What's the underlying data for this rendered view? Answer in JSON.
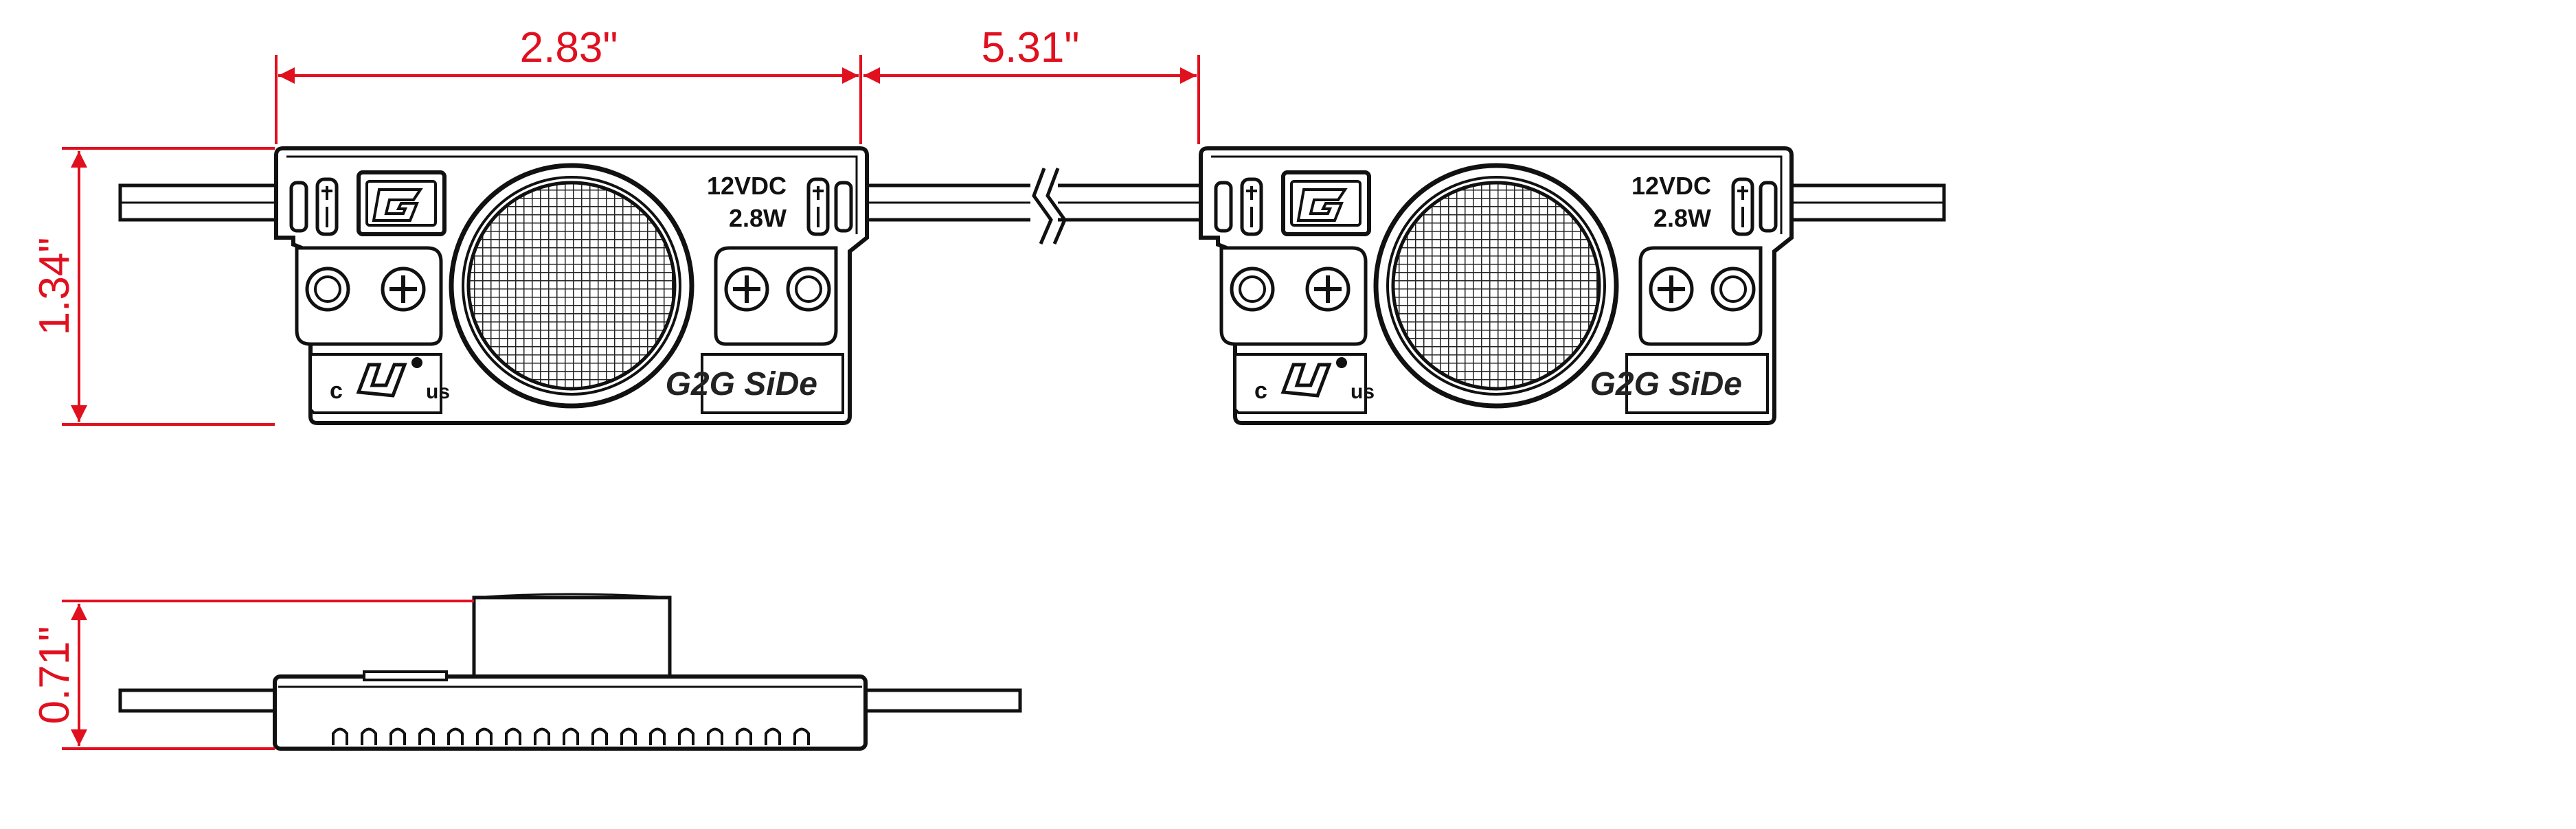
{
  "dimensions": {
    "module_width": "2.83\"",
    "wire_spacing": "5.31\"",
    "module_height": "1.34\"",
    "side_height": "0.71\""
  },
  "module": {
    "voltage": "12VDC",
    "power": "2.8W",
    "brand": "G2G SiDe",
    "cert_left": "c",
    "cert_right": "us"
  },
  "colors": {
    "dimension": "#e0101f",
    "outline": "#111111",
    "body_fill": "#ffffff"
  }
}
